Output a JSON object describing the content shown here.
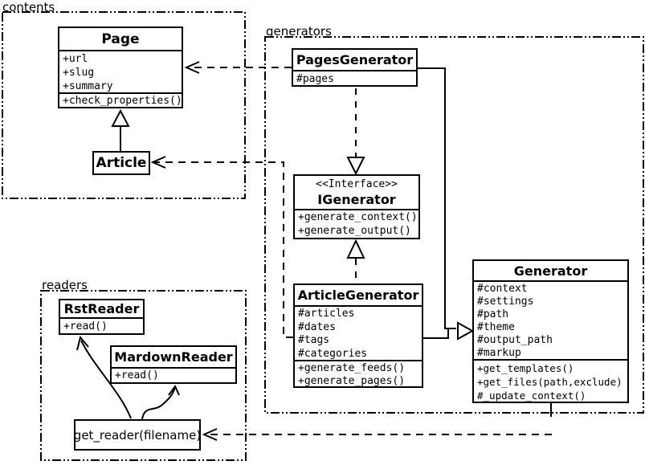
{
  "packages": {
    "contents": {
      "label": "contents"
    },
    "generators": {
      "label": "generators"
    },
    "readers": {
      "label": "readers"
    }
  },
  "classes": {
    "page": {
      "name": "Page",
      "attrs": [
        "+url",
        "+slug",
        "+summary"
      ],
      "methods": [
        "+check_properties()"
      ]
    },
    "article": {
      "name": "Article"
    },
    "pages_generator": {
      "name": "PagesGenerator",
      "attrs": [
        "#pages"
      ]
    },
    "igenerator": {
      "stereotype": "<<Interface>>",
      "name": "IGenerator",
      "methods": [
        "+generate_context()",
        "+generate_output()"
      ]
    },
    "article_generator": {
      "name": "ArticleGenerator",
      "attrs": [
        "#articles",
        "#dates",
        "#tags",
        "#categories"
      ],
      "methods": [
        "+generate_feeds()",
        "+generate_pages()"
      ]
    },
    "generator": {
      "name": "Generator",
      "attrs": [
        "#context",
        "#settings",
        "#path",
        "#theme",
        "#output_path",
        "#markup"
      ],
      "methods": [
        "+get_templates()",
        "+get_files(path,exclude)",
        "#_update_context()"
      ]
    },
    "rst_reader": {
      "name": "RstReader",
      "methods": [
        "+read()"
      ]
    },
    "mardown_reader": {
      "name": "MardownReader",
      "methods": [
        "+read()"
      ]
    },
    "get_reader": {
      "label": "get_reader(filename)"
    }
  },
  "relations": [
    {
      "from": "Article",
      "to": "Page",
      "type": "inheritance"
    },
    {
      "from": "PagesGenerator",
      "to": "IGenerator",
      "type": "realization"
    },
    {
      "from": "ArticleGenerator",
      "to": "IGenerator",
      "type": "realization"
    },
    {
      "from": "PagesGenerator",
      "to": "Generator",
      "type": "inheritance"
    },
    {
      "from": "ArticleGenerator",
      "to": "Generator",
      "type": "inheritance"
    },
    {
      "from": "PagesGenerator",
      "to": "Page",
      "type": "dependency"
    },
    {
      "from": "ArticleGenerator",
      "to": "Article",
      "type": "dependency"
    },
    {
      "from": "Generator",
      "to": "get_reader(filename)",
      "type": "dependency"
    },
    {
      "from": "get_reader(filename)",
      "to": "RstReader",
      "type": "call"
    },
    {
      "from": "get_reader(filename)",
      "to": "MardownReader",
      "type": "call"
    }
  ],
  "colors": {
    "stroke": "#000000",
    "background": "#ffffff"
  }
}
